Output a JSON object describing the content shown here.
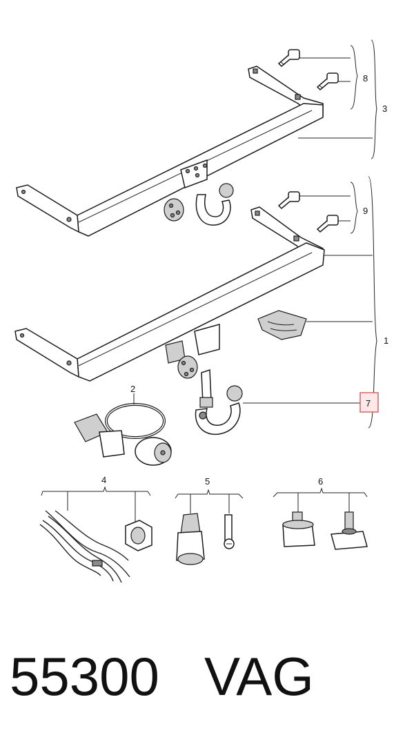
{
  "callouts": {
    "c1": "1",
    "c2": "2",
    "c3": "3",
    "c4": "4",
    "c5": "5",
    "c6": "6",
    "c7": "7",
    "c8": "8",
    "c9": "9"
  },
  "highlight_color": "#e06060",
  "footer": {
    "part_number": "55300",
    "brand": "VAG"
  }
}
